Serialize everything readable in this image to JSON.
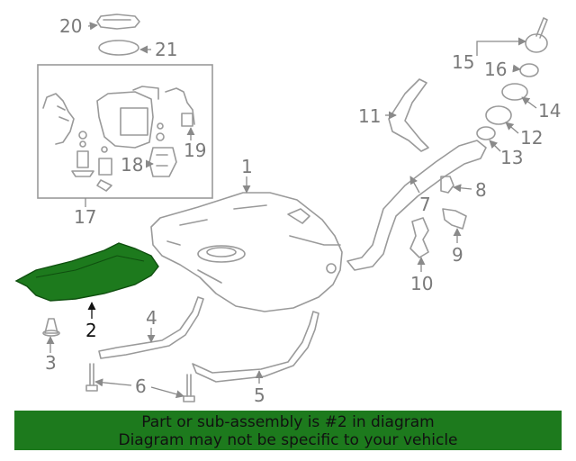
{
  "diagram": {
    "callouts": [
      "20",
      "21",
      "17",
      "18",
      "19",
      "1",
      "2",
      "3",
      "4",
      "5",
      "6",
      "7",
      "8",
      "9",
      "10",
      "11",
      "12",
      "13",
      "14",
      "15",
      "16"
    ],
    "highlighted_part": "2",
    "highlight_color": "#1d7a1d",
    "line_color": "#9a9a9a"
  },
  "banner": {
    "line1": "Part or sub-assembly is #2 in diagram",
    "line2": "Diagram may not be specific to your vehicle",
    "background": "#1d7a1d"
  }
}
